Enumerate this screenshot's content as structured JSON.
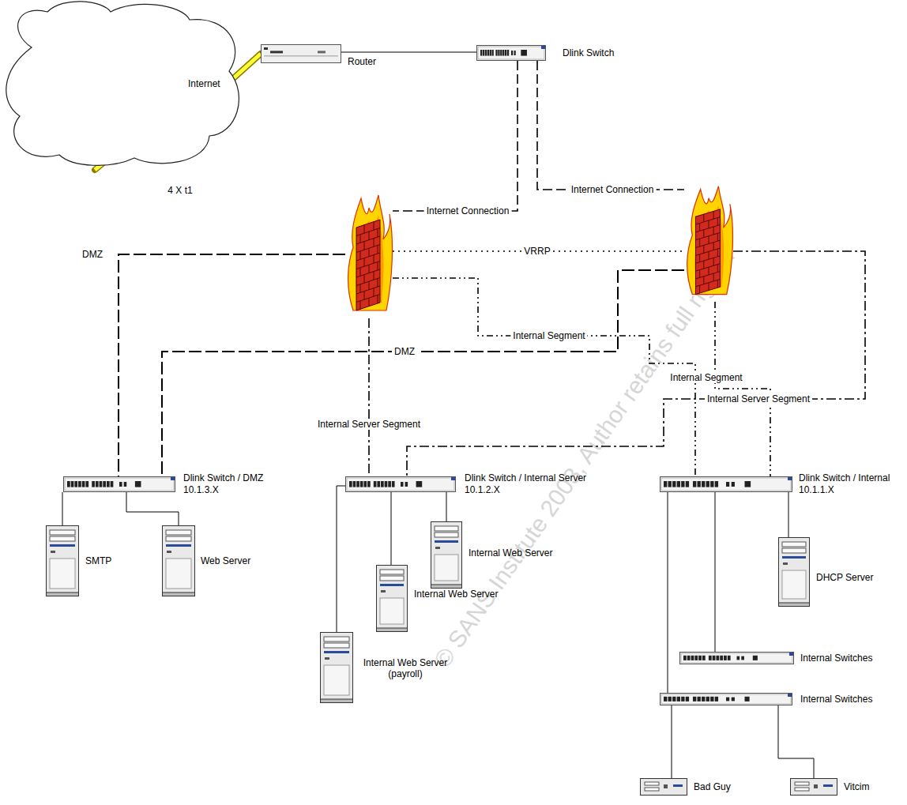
{
  "diagram": {
    "nodes": [
      {
        "text": [
          "Internet"
        ]
      },
      {
        "text": [
          "Router"
        ]
      },
      {
        "text": [
          "Dlink Switch"
        ]
      },
      {
        "text": []
      },
      {
        "text": []
      },
      {
        "text": [
          "Dlink Switch / DMZ",
          "10.1.3.X"
        ]
      },
      {
        "text": [
          "Dlink Switch / Internal Server",
          "10.1.2.X"
        ]
      },
      {
        "text": [
          "Dlink Switch / Internal",
          "10.1.1.X"
        ]
      },
      {
        "text": [
          "SMTP"
        ]
      },
      {
        "text": [
          "Web Server"
        ]
      },
      {
        "text": [
          "Internal Web Server"
        ]
      },
      {
        "text": [
          "Internal Web Server"
        ]
      },
      {
        "text": [
          "Internal Web Server (payroll)"
        ]
      },
      {
        "text": [
          "DHCP Server"
        ]
      },
      {
        "text": [
          "Internal Switches"
        ]
      },
      {
        "text": [
          "Internal Switches"
        ]
      },
      {
        "text": [
          "Bad Guy"
        ]
      },
      {
        "text": [
          "Vitcim"
        ]
      }
    ],
    "edges": [
      {
        "from": 0,
        "to": 1,
        "label": "4 X t1",
        "arrow": "none"
      },
      {
        "from": 1,
        "to": 2,
        "arrow": "none"
      },
      {
        "from": 2,
        "to": 3,
        "label": "Internet Connection",
        "arrow": "none"
      },
      {
        "from": 2,
        "to": 4,
        "label": "Internet Connection",
        "arrow": "none"
      },
      {
        "from": 3,
        "to": 4,
        "label": "VRRP",
        "arrow": "none"
      },
      {
        "from": 3,
        "to": 5,
        "label": "DMZ",
        "arrow": "none"
      },
      {
        "from": 4,
        "to": 5,
        "label": "DMZ",
        "arrow": "none"
      },
      {
        "from": 3,
        "to": 6,
        "label": "Internal Server Segment",
        "arrow": "none"
      },
      {
        "from": 4,
        "to": 6,
        "label": "Internal Server Segment",
        "arrow": "none"
      },
      {
        "from": 3,
        "to": 7,
        "label": "Internal Segment",
        "arrow": "none"
      },
      {
        "from": 4,
        "to": 7,
        "label": "Internal Segment",
        "arrow": "none"
      },
      {
        "from": 5,
        "to": 8,
        "arrow": "none"
      },
      {
        "from": 5,
        "to": 9,
        "arrow": "none"
      },
      {
        "from": 6,
        "to": 10,
        "arrow": "none"
      },
      {
        "from": 6,
        "to": 11,
        "arrow": "none"
      },
      {
        "from": 6,
        "to": 12,
        "arrow": "none"
      },
      {
        "from": 7,
        "to": 13,
        "arrow": "none"
      },
      {
        "from": 7,
        "to": 14,
        "arrow": "none"
      },
      {
        "from": 7,
        "to": 15,
        "arrow": "none"
      },
      {
        "from": 15,
        "to": 16,
        "arrow": "none"
      },
      {
        "from": 15,
        "to": 17,
        "arrow": "none"
      }
    ],
    "labels": [
      "© SANS Institute 2003, Author retains full rights."
    ]
  }
}
